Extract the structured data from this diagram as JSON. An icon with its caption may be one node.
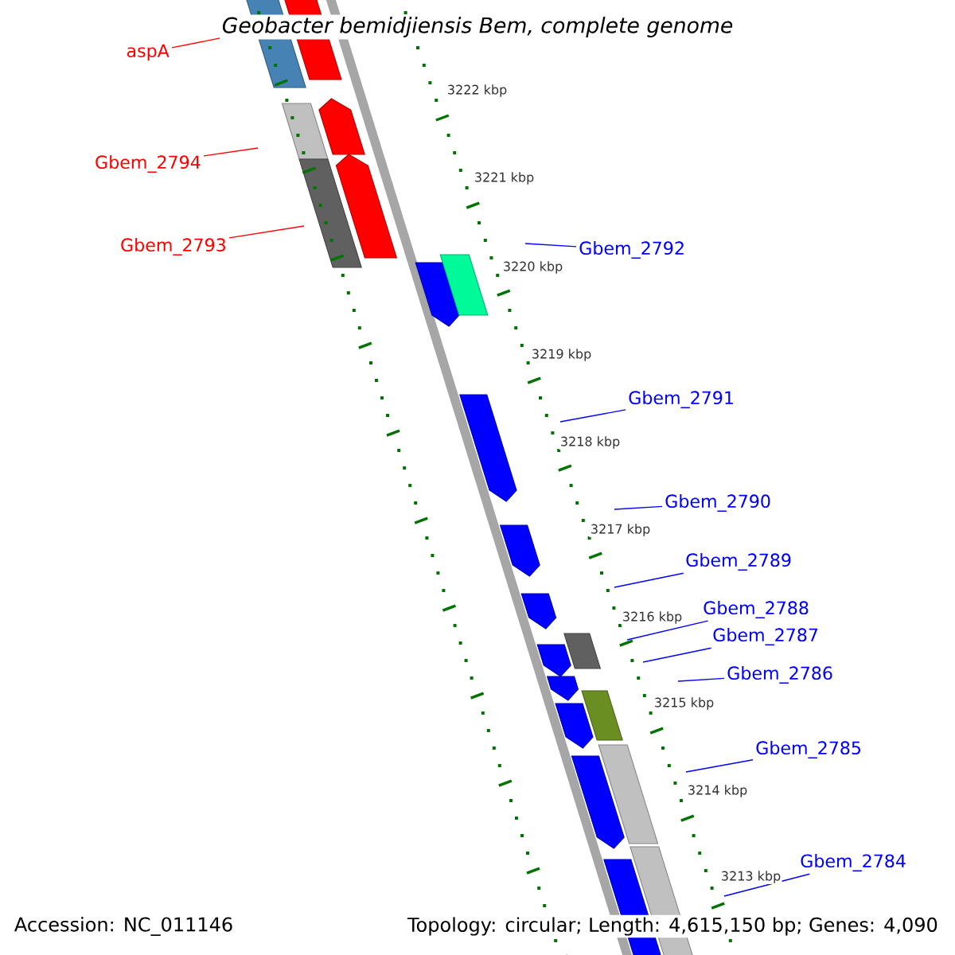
{
  "diagram": {
    "title": "Geobacter bemidjiensis Bem, complete genome",
    "nodes": [
      {
        "text": [
          "aspA"
        ]
      },
      {
        "text": [
          "Gbem_2794"
        ]
      },
      {
        "text": [
          "Gbem_2793"
        ]
      },
      {
        "text": [
          "Gbem_2792"
        ]
      },
      {
        "text": [
          "Gbem_2791"
        ]
      },
      {
        "text": [
          "Gbem_2790"
        ]
      },
      {
        "text": [
          "Gbem_2789"
        ]
      },
      {
        "text": [
          "Gbem_2788"
        ]
      },
      {
        "text": [
          "Gbem_2787"
        ]
      },
      {
        "text": [
          "Gbem_2786"
        ]
      },
      {
        "text": [
          "Gbem_2785"
        ]
      },
      {
        "text": [
          "Gbem_2784"
        ]
      }
    ],
    "edges": [
      {
        "from": 0,
        "to": null,
        "arrow": "none",
        "color": "#ff0000"
      },
      {
        "from": 1,
        "to": null,
        "arrow": "none",
        "color": "#ff0000"
      },
      {
        "from": 2,
        "to": null,
        "arrow": "none",
        "color": "#ff0000"
      },
      {
        "from": 3,
        "to": null,
        "arrow": "none"
      },
      {
        "from": 4,
        "to": null,
        "arrow": "none"
      },
      {
        "from": 5,
        "to": null,
        "arrow": "none"
      },
      {
        "from": 6,
        "to": null,
        "arrow": "none"
      },
      {
        "from": 7,
        "to": null,
        "arrow": "none"
      },
      {
        "from": 8,
        "to": null,
        "arrow": "none"
      },
      {
        "from": 9,
        "to": null,
        "arrow": "none"
      },
      {
        "from": 10,
        "to": null,
        "arrow": "none"
      },
      {
        "from": 11,
        "to": null,
        "arrow": "none"
      }
    ],
    "labels": [
      "3222 kbp",
      "3221 kbp",
      "3220 kbp",
      "3219 kbp",
      "3218 kbp",
      "3217 kbp",
      "3216 kbp",
      "3215 kbp",
      "3214 kbp",
      "3213 kbp",
      "Accession: NC_011146",
      "Topology: circular; Length: 4,615,150 bp; Genes: 4,090"
    ]
  }
}
